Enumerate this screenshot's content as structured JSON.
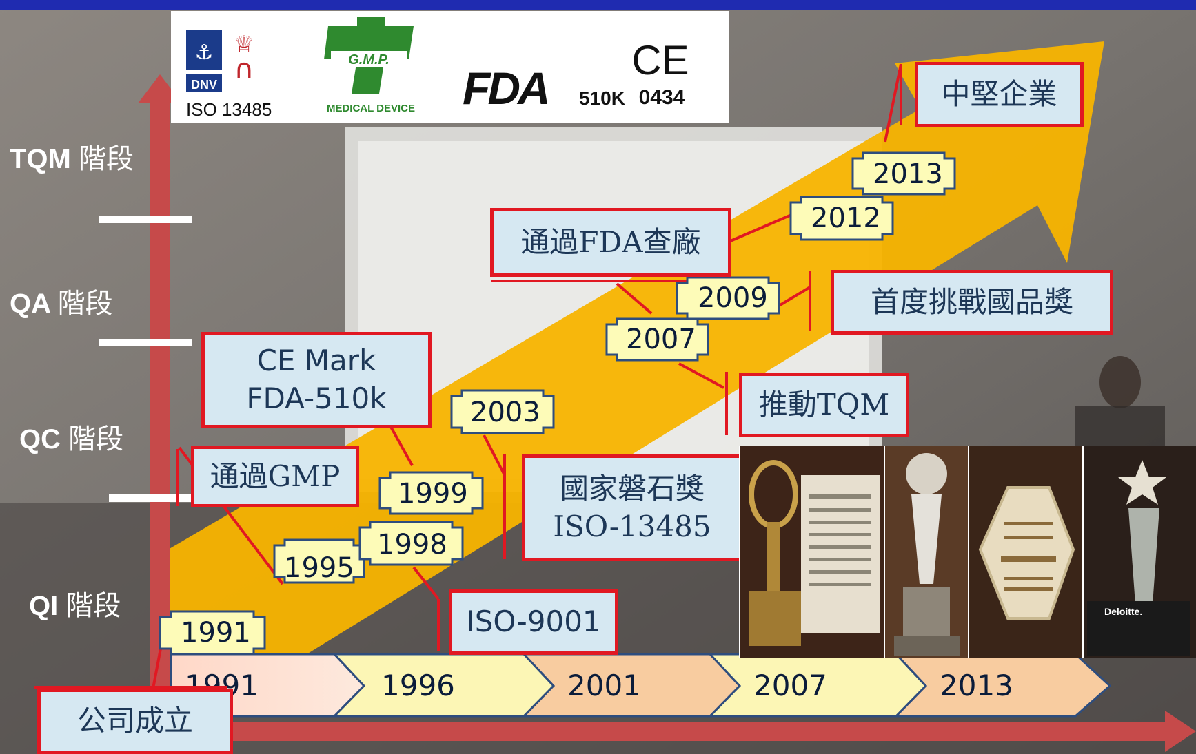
{
  "stages": [
    {
      "id": "tqm",
      "latin": "TQM",
      "cn": "階段"
    },
    {
      "id": "qa",
      "latin": "QA",
      "cn": "階段"
    },
    {
      "id": "qc",
      "latin": "QC",
      "cn": "階段"
    },
    {
      "id": "qi",
      "latin": "QI",
      "cn": "階段"
    }
  ],
  "timeline": [
    "1991",
    "1996",
    "2001",
    "2007",
    "2013"
  ],
  "year_tags": [
    "1991",
    "1995",
    "1998",
    "1999",
    "2003",
    "2007",
    "2009",
    "2012",
    "2013"
  ],
  "milestones": {
    "founded": "公司成立",
    "gmp": "通過GMP",
    "ce_fda": "CE Mark\nFDA-510k",
    "iso9001": "ISO-9001",
    "national_award": "國家磐石獎\nISO-13485",
    "tqm": "推動TQM",
    "fda_inspection": "通過FDA查廠",
    "quality_award": "首度挑戰國品獎",
    "mid_enterprise": "中堅企業"
  },
  "logos": {
    "dnv": "DNV",
    "iso": "ISO 13485",
    "gmp_badge": "G.M.P.",
    "gmp_caption": "MEDICAL DEVICE",
    "fda": "FDA",
    "fda_510k": "510K",
    "ce": "CE",
    "ce_number": "0434"
  },
  "photos": {
    "deloitte": "Deloitte."
  },
  "colors": {
    "header": "#1f2bb0",
    "axis": "#c64a4a",
    "arrow": "#f8b400",
    "box_fill": "#d6e8f2",
    "box_border": "#e11822",
    "tag_fill": "#fdfbb8",
    "tag_border": "#2e4d7e"
  }
}
